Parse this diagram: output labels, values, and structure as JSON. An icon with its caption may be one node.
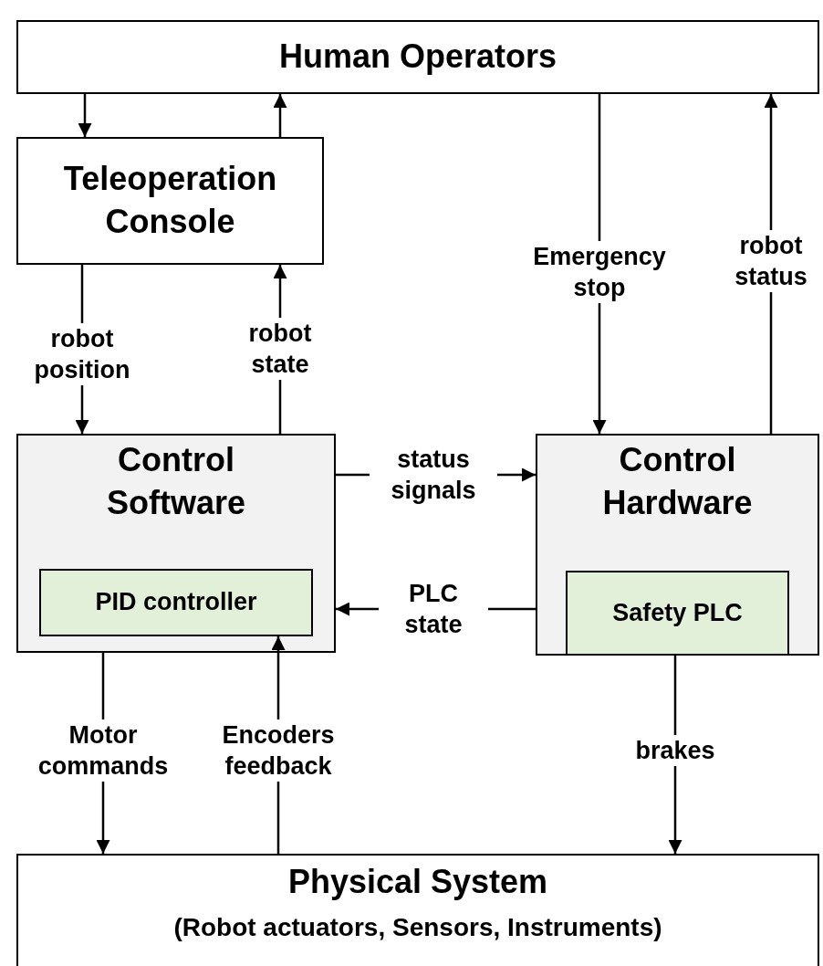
{
  "diagram": {
    "nodes": [
      {
        "text": [
          "Human Operators"
        ]
      },
      {
        "text": [
          "Teleoperation Console"
        ]
      },
      {
        "text": [
          "Control Software"
        ]
      },
      {
        "text": [
          "PID controller"
        ],
        "in": 2
      },
      {
        "text": [
          "Control Hardware"
        ]
      },
      {
        "text": [
          "Safety PLC"
        ],
        "in": 4
      },
      {
        "text": [
          "Physical System",
          "(Robot actuators, Sensors, Instruments)"
        ]
      }
    ],
    "edges": [
      {
        "from": 0,
        "to": 1,
        "arrow": "to"
      },
      {
        "from": 1,
        "to": 0,
        "arrow": "to"
      },
      {
        "from": 1,
        "to": 2,
        "arrow": "to",
        "label": "robot position"
      },
      {
        "from": 2,
        "to": 1,
        "arrow": "to",
        "label": "robot state"
      },
      {
        "from": 0,
        "to": 4,
        "arrow": "to",
        "label": "Emergency stop"
      },
      {
        "from": 4,
        "to": 0,
        "arrow": "to",
        "label": "robot status"
      },
      {
        "from": 2,
        "to": 4,
        "arrow": "to",
        "label": "status signals"
      },
      {
        "from": 4,
        "to": 2,
        "arrow": "to",
        "label": "PLC state"
      },
      {
        "from": 2,
        "to": 6,
        "arrow": "to",
        "label": "Motor commands"
      },
      {
        "from": 6,
        "to": 3,
        "arrow": "to",
        "label": "Encoders feedback"
      },
      {
        "from": 5,
        "to": 6,
        "arrow": "to",
        "label": "brakes"
      }
    ]
  }
}
